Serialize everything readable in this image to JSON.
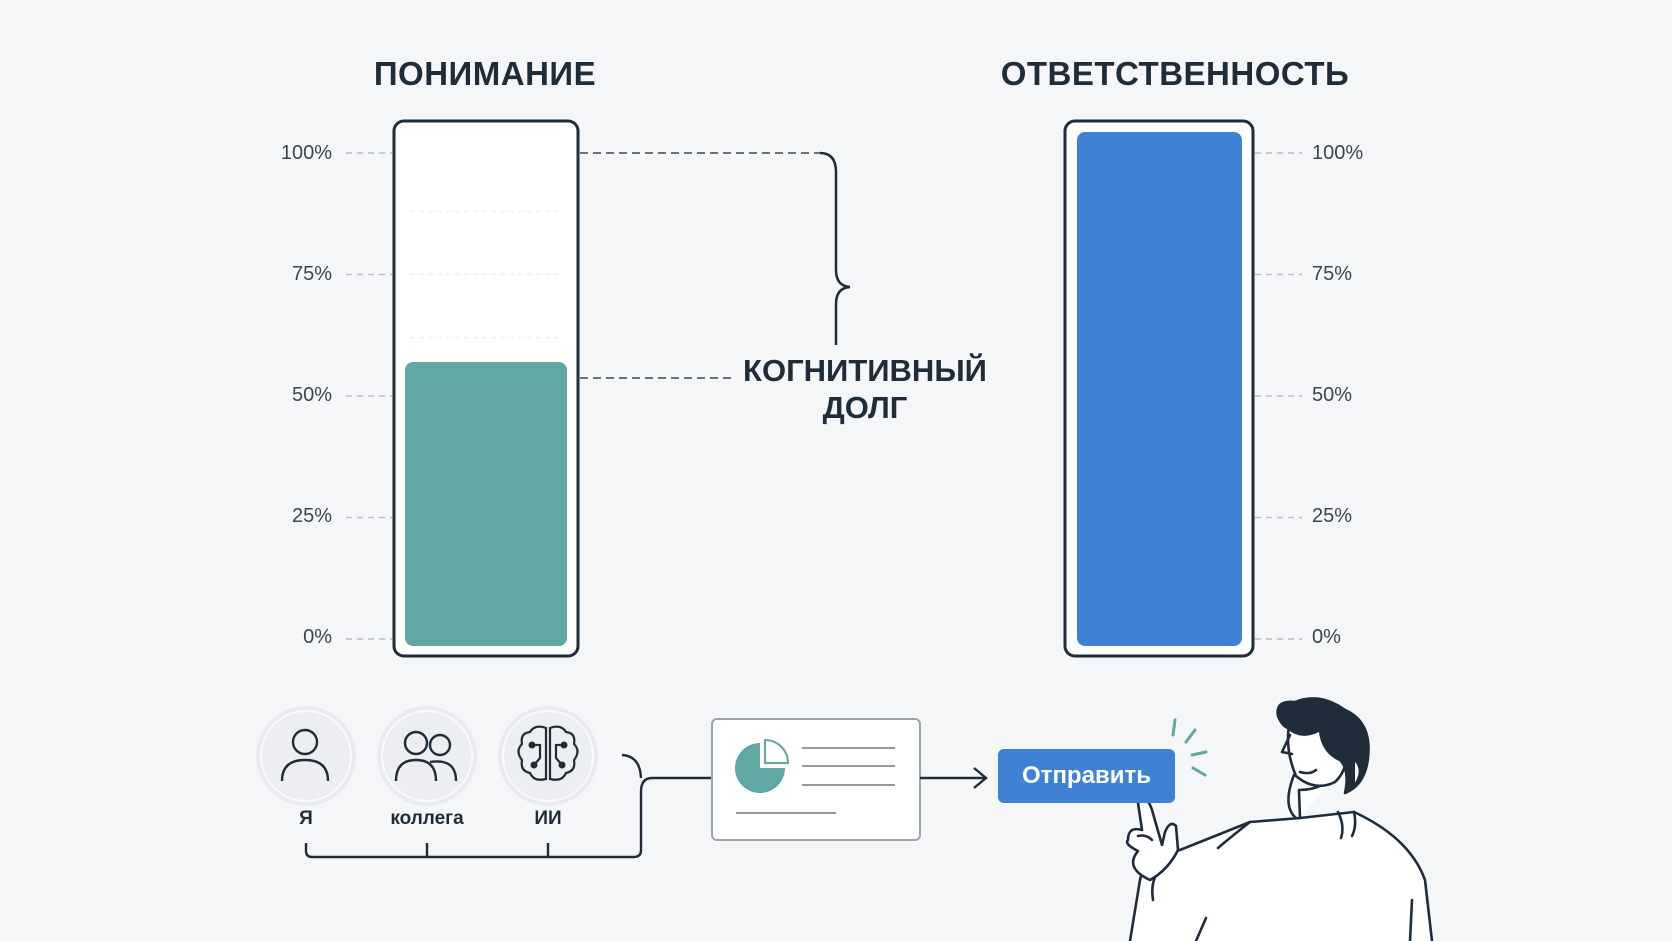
{
  "titles": {
    "left": "ПОНИМАНИЕ",
    "right": "ОТВЕТСТВЕННОСТЬ"
  },
  "ticks_left": [
    "100%",
    "75%",
    "50%",
    "25%",
    "0%"
  ],
  "ticks_right": [
    "100%",
    "75%",
    "50%",
    "25%",
    "0%"
  ],
  "debt_label": {
    "line1": "КОГНИТИВНЫЙ",
    "line2": "ДОЛГ"
  },
  "chart_data": {
    "type": "bar",
    "categories": [
      "ПОНИМАНИЕ",
      "ОТВЕТСТВЕННОСТЬ"
    ],
    "values": [
      57,
      100
    ],
    "ylim": [
      0,
      100
    ],
    "tick_labels": [
      "0%",
      "25%",
      "50%",
      "75%",
      "100%"
    ],
    "annotation": "КОГНИТИВНЫЙ ДОЛГ",
    "colors": {
      "understanding": "#5fa8a3",
      "responsibility": "#3f82d4"
    }
  },
  "sources": [
    {
      "label": "Я",
      "icon": "person-icon"
    },
    {
      "label": "коллега",
      "icon": "people-icon"
    },
    {
      "label": "ИИ",
      "icon": "brain-circuit-icon"
    }
  ],
  "document": {
    "icon": "pie-chart-icon"
  },
  "send_button": "Отправить",
  "colors": {
    "teal": "#5fa8a3",
    "blue": "#3f82d4",
    "ink": "#1f2d3a",
    "background": "#f5f6f7"
  }
}
